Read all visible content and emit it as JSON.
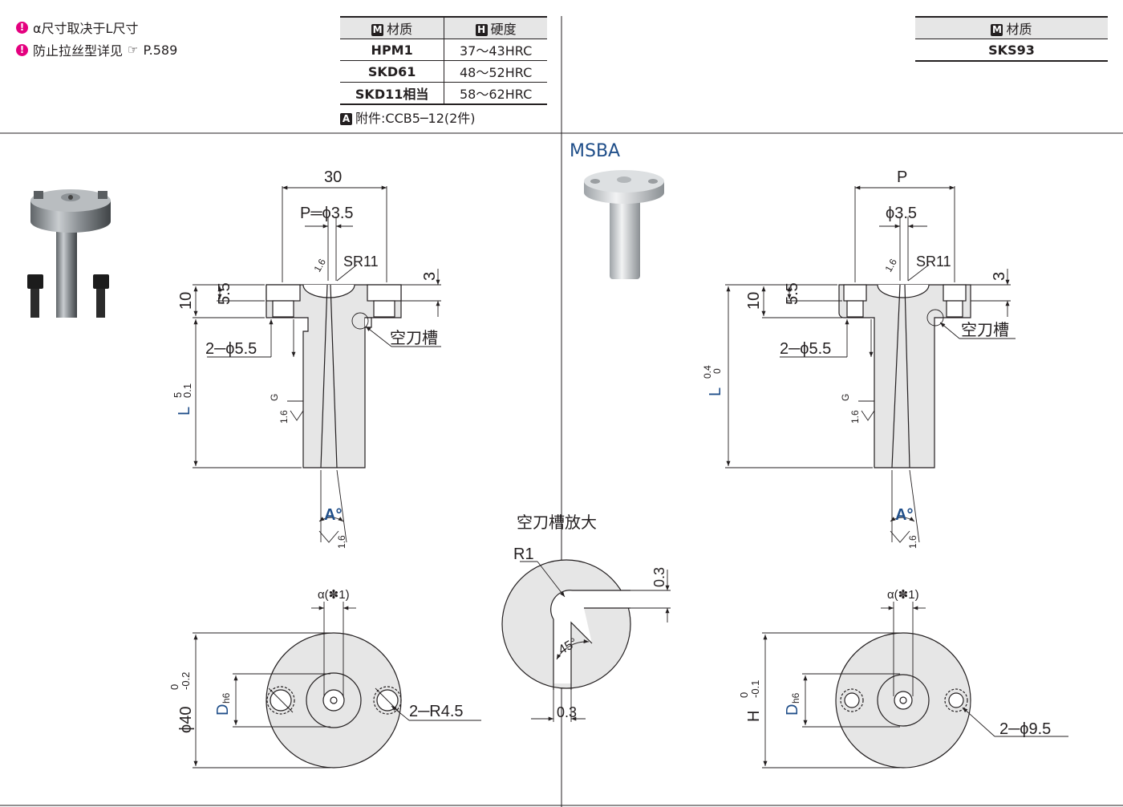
{
  "notes": [
    {
      "icon": "alert-icon",
      "text": "α尺寸取决于L尺寸"
    },
    {
      "icon": "alert-icon",
      "text": "防止拉丝型详见",
      "ref_icon": "pointing-hand-icon",
      "ref": "P.589"
    }
  ],
  "table_left": {
    "headers": [
      {
        "badge": "M",
        "label": "材质"
      },
      {
        "badge": "H",
        "label": "硬度"
      }
    ],
    "rows": [
      {
        "material": "HPM1",
        "hardness": "37～43HRC"
      },
      {
        "material": "SKD61",
        "hardness": "48～52HRC"
      },
      {
        "material": "SKD11相当",
        "hardness": "58～62HRC"
      }
    ],
    "accessory": {
      "badge": "A",
      "text": "附件:CCB5─12(2件)"
    }
  },
  "table_right": {
    "header": {
      "badge": "M",
      "label": "材质"
    },
    "value": "SKS93"
  },
  "colors": {
    "accent": "#1f4e89",
    "alert": "#e4007f",
    "fill": "#e6e6e6",
    "line": "#231f20"
  },
  "left": {
    "dim_top": "30",
    "dim_p": "P═ϕ3.5",
    "sr": "SR11",
    "rough1": "1.6",
    "dim_3": "3",
    "dim_10": "10",
    "dim_55": "5.5",
    "relief_label": "空刀槽",
    "hole_label": "2─ϕ5.5",
    "l_label": "L",
    "l_tol_upper": "5",
    "l_tol_lower": "0.1",
    "g_label": "G",
    "rough2": "1.6",
    "a_label": "A°",
    "rough3": "1.6",
    "alpha": "α(✽1)",
    "dia": "ϕ40",
    "dia_tol_upper": "0",
    "dia_tol_lower": "-0.2",
    "d_label": "D",
    "d_sub": "h6",
    "r_label": "2─R4.5"
  },
  "right": {
    "title": "MSBA",
    "dim_top": "P",
    "dim_p": "ϕ3.5",
    "sr": "SR11",
    "rough1": "1.6",
    "dim_3": "3",
    "dim_10": "10",
    "dim_55": "5.5",
    "relief_label": "空刀槽",
    "hole_label": "2─ϕ5.5",
    "l_label": "L",
    "l_tol_upper": "0.4",
    "l_tol_lower": "0",
    "g_label": "G",
    "rough2": "1.6",
    "a_label": "A°",
    "rough3": "1.6",
    "alpha": "α(✽1)",
    "h_label": "H",
    "h_tol_upper": "0",
    "h_tol_lower": "-0.1",
    "d_label": "D",
    "d_sub": "h6",
    "phi_label": "2─ϕ9.5"
  },
  "detail": {
    "title": "空刀槽放大",
    "r1": "R1",
    "dim_03_top": "0.3",
    "angle": "45°",
    "dim_03_bottom": "0.3"
  }
}
